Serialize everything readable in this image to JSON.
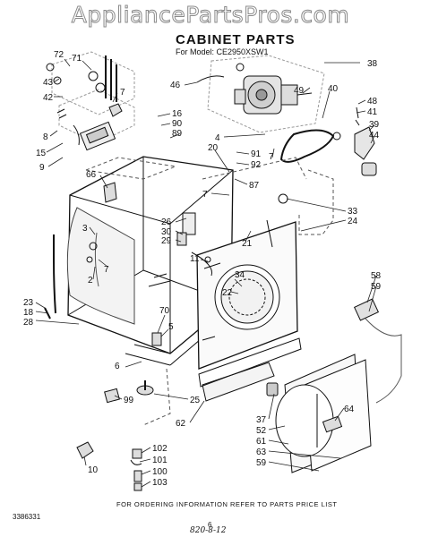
{
  "watermark": "AppliancePartsPros.com",
  "header": {
    "title": "CABINET PARTS",
    "model": "For Model: CE2950XSW1"
  },
  "callouts": [
    {
      "id": "c72",
      "text": "72"
    },
    {
      "id": "c71",
      "text": "71"
    },
    {
      "id": "c43",
      "text": "43"
    },
    {
      "id": "c42",
      "text": "42"
    },
    {
      "id": "c8",
      "text": "8"
    },
    {
      "id": "c7a",
      "text": "7"
    },
    {
      "id": "c15",
      "text": "15"
    },
    {
      "id": "c9",
      "text": "9"
    },
    {
      "id": "c16",
      "text": "16"
    },
    {
      "id": "c90",
      "text": "90"
    },
    {
      "id": "c89",
      "text": "89"
    },
    {
      "id": "c46",
      "text": "46"
    },
    {
      "id": "c38",
      "text": "38"
    },
    {
      "id": "c49",
      "text": "49"
    },
    {
      "id": "c40",
      "text": "40"
    },
    {
      "id": "c48",
      "text": "48"
    },
    {
      "id": "c41",
      "text": "41"
    },
    {
      "id": "c39",
      "text": "39"
    },
    {
      "id": "c44",
      "text": "44"
    },
    {
      "id": "c4",
      "text": "4"
    },
    {
      "id": "c20",
      "text": "20"
    },
    {
      "id": "c91",
      "text": "91"
    },
    {
      "id": "c92",
      "text": "92"
    },
    {
      "id": "c7b",
      "text": "7"
    },
    {
      "id": "c66",
      "text": "66"
    },
    {
      "id": "c87",
      "text": "87"
    },
    {
      "id": "c7c",
      "text": "7"
    },
    {
      "id": "c33",
      "text": "33"
    },
    {
      "id": "c24",
      "text": "24"
    },
    {
      "id": "c26",
      "text": "26"
    },
    {
      "id": "c30",
      "text": "30"
    },
    {
      "id": "c29",
      "text": "29"
    },
    {
      "id": "c3",
      "text": "3"
    },
    {
      "id": "c21",
      "text": "21"
    },
    {
      "id": "c11",
      "text": "11"
    },
    {
      "id": "c2",
      "text": "2"
    },
    {
      "id": "c7d",
      "text": "7"
    },
    {
      "id": "c34",
      "text": "34"
    },
    {
      "id": "c22",
      "text": "22"
    },
    {
      "id": "c70",
      "text": "70"
    },
    {
      "id": "c5",
      "text": "5"
    },
    {
      "id": "c58",
      "text": "58"
    },
    {
      "id": "c59a",
      "text": "59"
    },
    {
      "id": "c23",
      "text": "23"
    },
    {
      "id": "c18",
      "text": "18"
    },
    {
      "id": "c28",
      "text": "28"
    },
    {
      "id": "c6",
      "text": "6"
    },
    {
      "id": "c25",
      "text": "25"
    },
    {
      "id": "c99",
      "text": "99"
    },
    {
      "id": "c62",
      "text": "62"
    },
    {
      "id": "c64",
      "text": "64"
    },
    {
      "id": "c37",
      "text": "37"
    },
    {
      "id": "c52",
      "text": "52"
    },
    {
      "id": "c61",
      "text": "61"
    },
    {
      "id": "c63",
      "text": "63"
    },
    {
      "id": "c59b",
      "text": "59"
    },
    {
      "id": "c102",
      "text": "102"
    },
    {
      "id": "c101",
      "text": "101"
    },
    {
      "id": "c100",
      "text": "100"
    },
    {
      "id": "c103",
      "text": "103"
    },
    {
      "id": "c10",
      "text": "10"
    }
  ],
  "footer": {
    "note": "FOR ORDERING INFORMATION REFER TO PARTS PRICE LIST",
    "doc_number": "3386331",
    "page": "6",
    "handwritten": "820-8-12"
  }
}
